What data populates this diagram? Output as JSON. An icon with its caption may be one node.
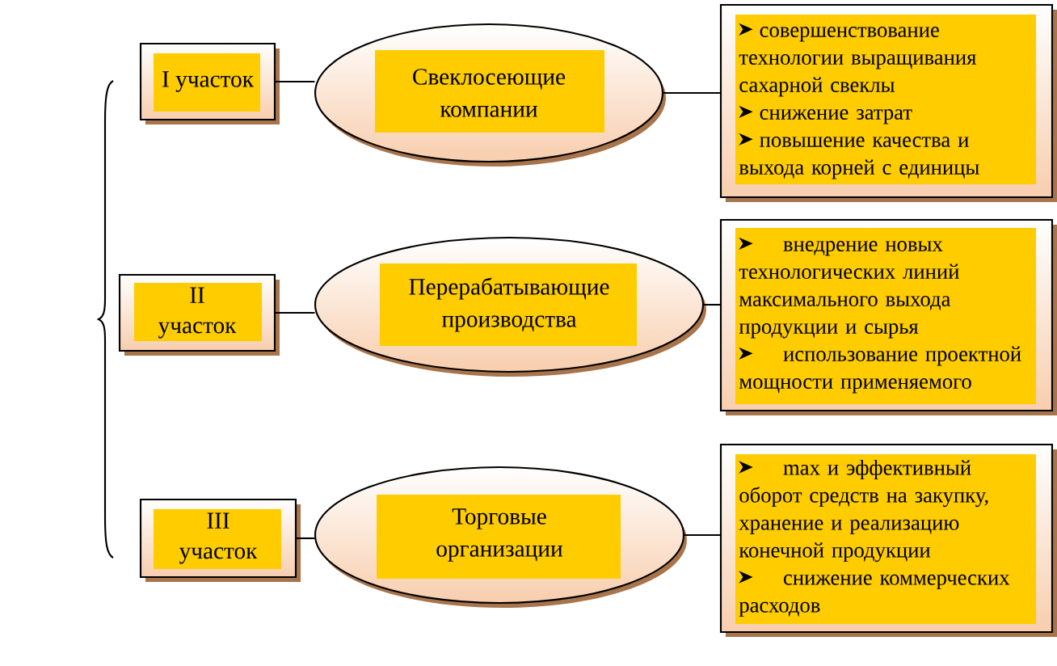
{
  "diagram": {
    "nodes": [
      {
        "text": [
          "I участок"
        ]
      },
      {
        "text": [
          "Свеклосеющие компании"
        ]
      },
      {
        "text": [
          "совершенствование технологии выращивания сахарной свеклы",
          "снижение затрат",
          "повышение качества и выхода корней с единицы"
        ]
      },
      {
        "text": [
          "II участок"
        ]
      },
      {
        "text": [
          "Перерабатывающие производства"
        ]
      },
      {
        "text": [
          "внедрение новых технологических линий максимального выхода продукции и сырья",
          "использование проектной мощности применяемого"
        ]
      },
      {
        "text": [
          "III участок"
        ]
      },
      {
        "text": [
          "Торговые организации"
        ]
      },
      {
        "text": [
          "max и эффективный оборот средств на закупку, хранение и реализацию конечной продукции",
          "снижение коммерческих расходов"
        ]
      }
    ],
    "edges": [
      {
        "from": 0,
        "to": 1,
        "arrow": "none"
      },
      {
        "from": 1,
        "to": 2,
        "arrow": "none"
      },
      {
        "from": 3,
        "to": 4,
        "arrow": "none"
      },
      {
        "from": 4,
        "to": 5,
        "arrow": "none"
      },
      {
        "from": 6,
        "to": 7,
        "arrow": "none"
      },
      {
        "from": 7,
        "to": 8,
        "arrow": "none"
      }
    ]
  }
}
